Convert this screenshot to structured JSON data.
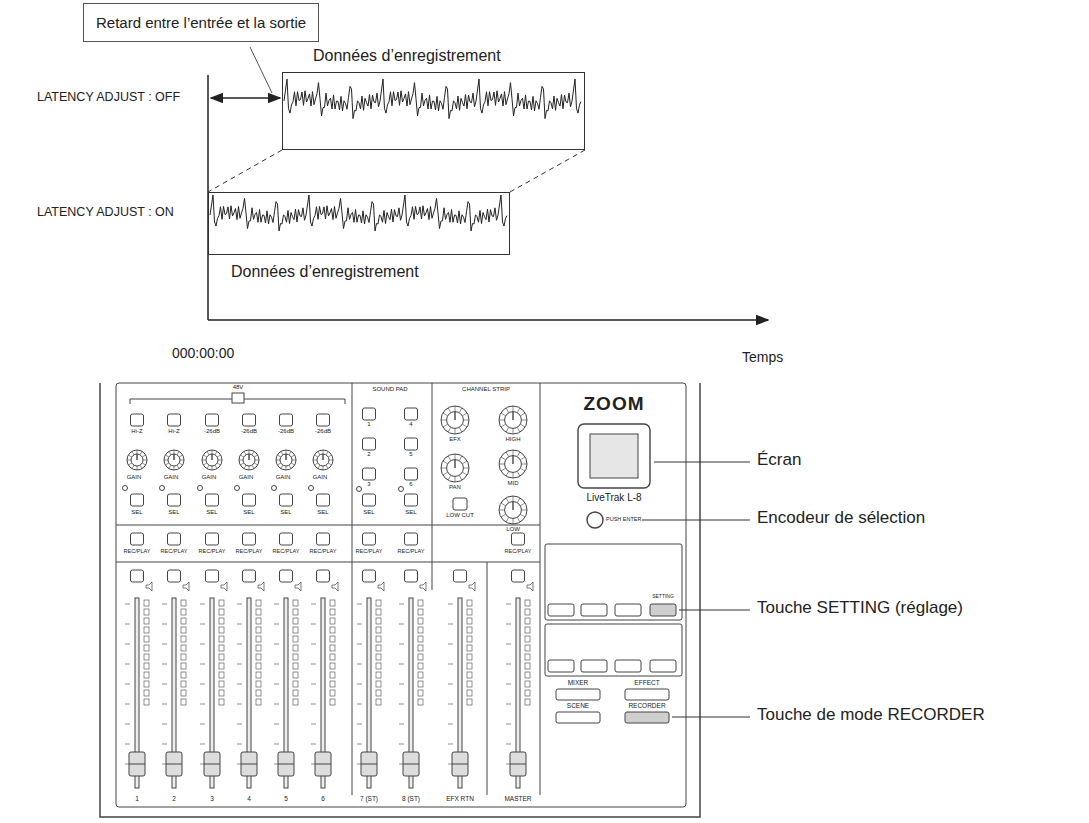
{
  "diagram": {
    "nodes": [
      {
        "text": [
          "Retard entre l’entrée et la sortie"
        ]
      },
      {
        "text": [
          "Données d’enregistrement"
        ]
      },
      {
        "text": [
          "Données d’enregistrement"
        ]
      }
    ],
    "edges": [
      {
        "from": 1,
        "to": 2,
        "arrow": "none"
      },
      {
        "from": 1,
        "to": 2,
        "arrow": "none"
      }
    ],
    "labels": [
      "LATENCY ADJUST : OFF",
      "LATENCY ADJUST : ON",
      "000:00:00",
      "Temps",
      "Écran",
      "Encodeur de sélection",
      "Touche SETTING (réglage)",
      "Touche de mode RECORDER",
      "48V",
      "SOUND PAD",
      "CHANNEL STRIP",
      "LiveTrak L-8",
      "PUSH ENTER",
      "Hi-Z",
      "Hi-Z",
      "-26dB",
      "-26dB",
      "-26dB",
      "-26dB",
      "GAIN",
      "GAIN",
      "GAIN",
      "GAIN",
      "GAIN",
      "GAIN",
      "SEL",
      "SEL",
      "SEL",
      "SEL",
      "SEL",
      "SEL",
      "SEL",
      "SEL",
      "REC/PLAY",
      "REC/PLAY",
      "REC/PLAY",
      "REC/PLAY",
      "REC/PLAY",
      "REC/PLAY",
      "REC/PLAY",
      "REC/PLAY",
      "REC/PLAY",
      "1",
      "2",
      "3",
      "4",
      "5",
      "6",
      "EFX",
      "HIGH",
      "PAN",
      "MID",
      "LOW",
      "LOW CUT",
      "MIXER",
      "EFFECT",
      "SCENE",
      "RECORDER",
      "1",
      "2",
      "3",
      "4",
      "5",
      "6",
      "7 (ST)",
      "8 (ST)",
      "EFX RTN",
      "MASTER",
      "ZOOM",
      "SETTING"
    ]
  }
}
